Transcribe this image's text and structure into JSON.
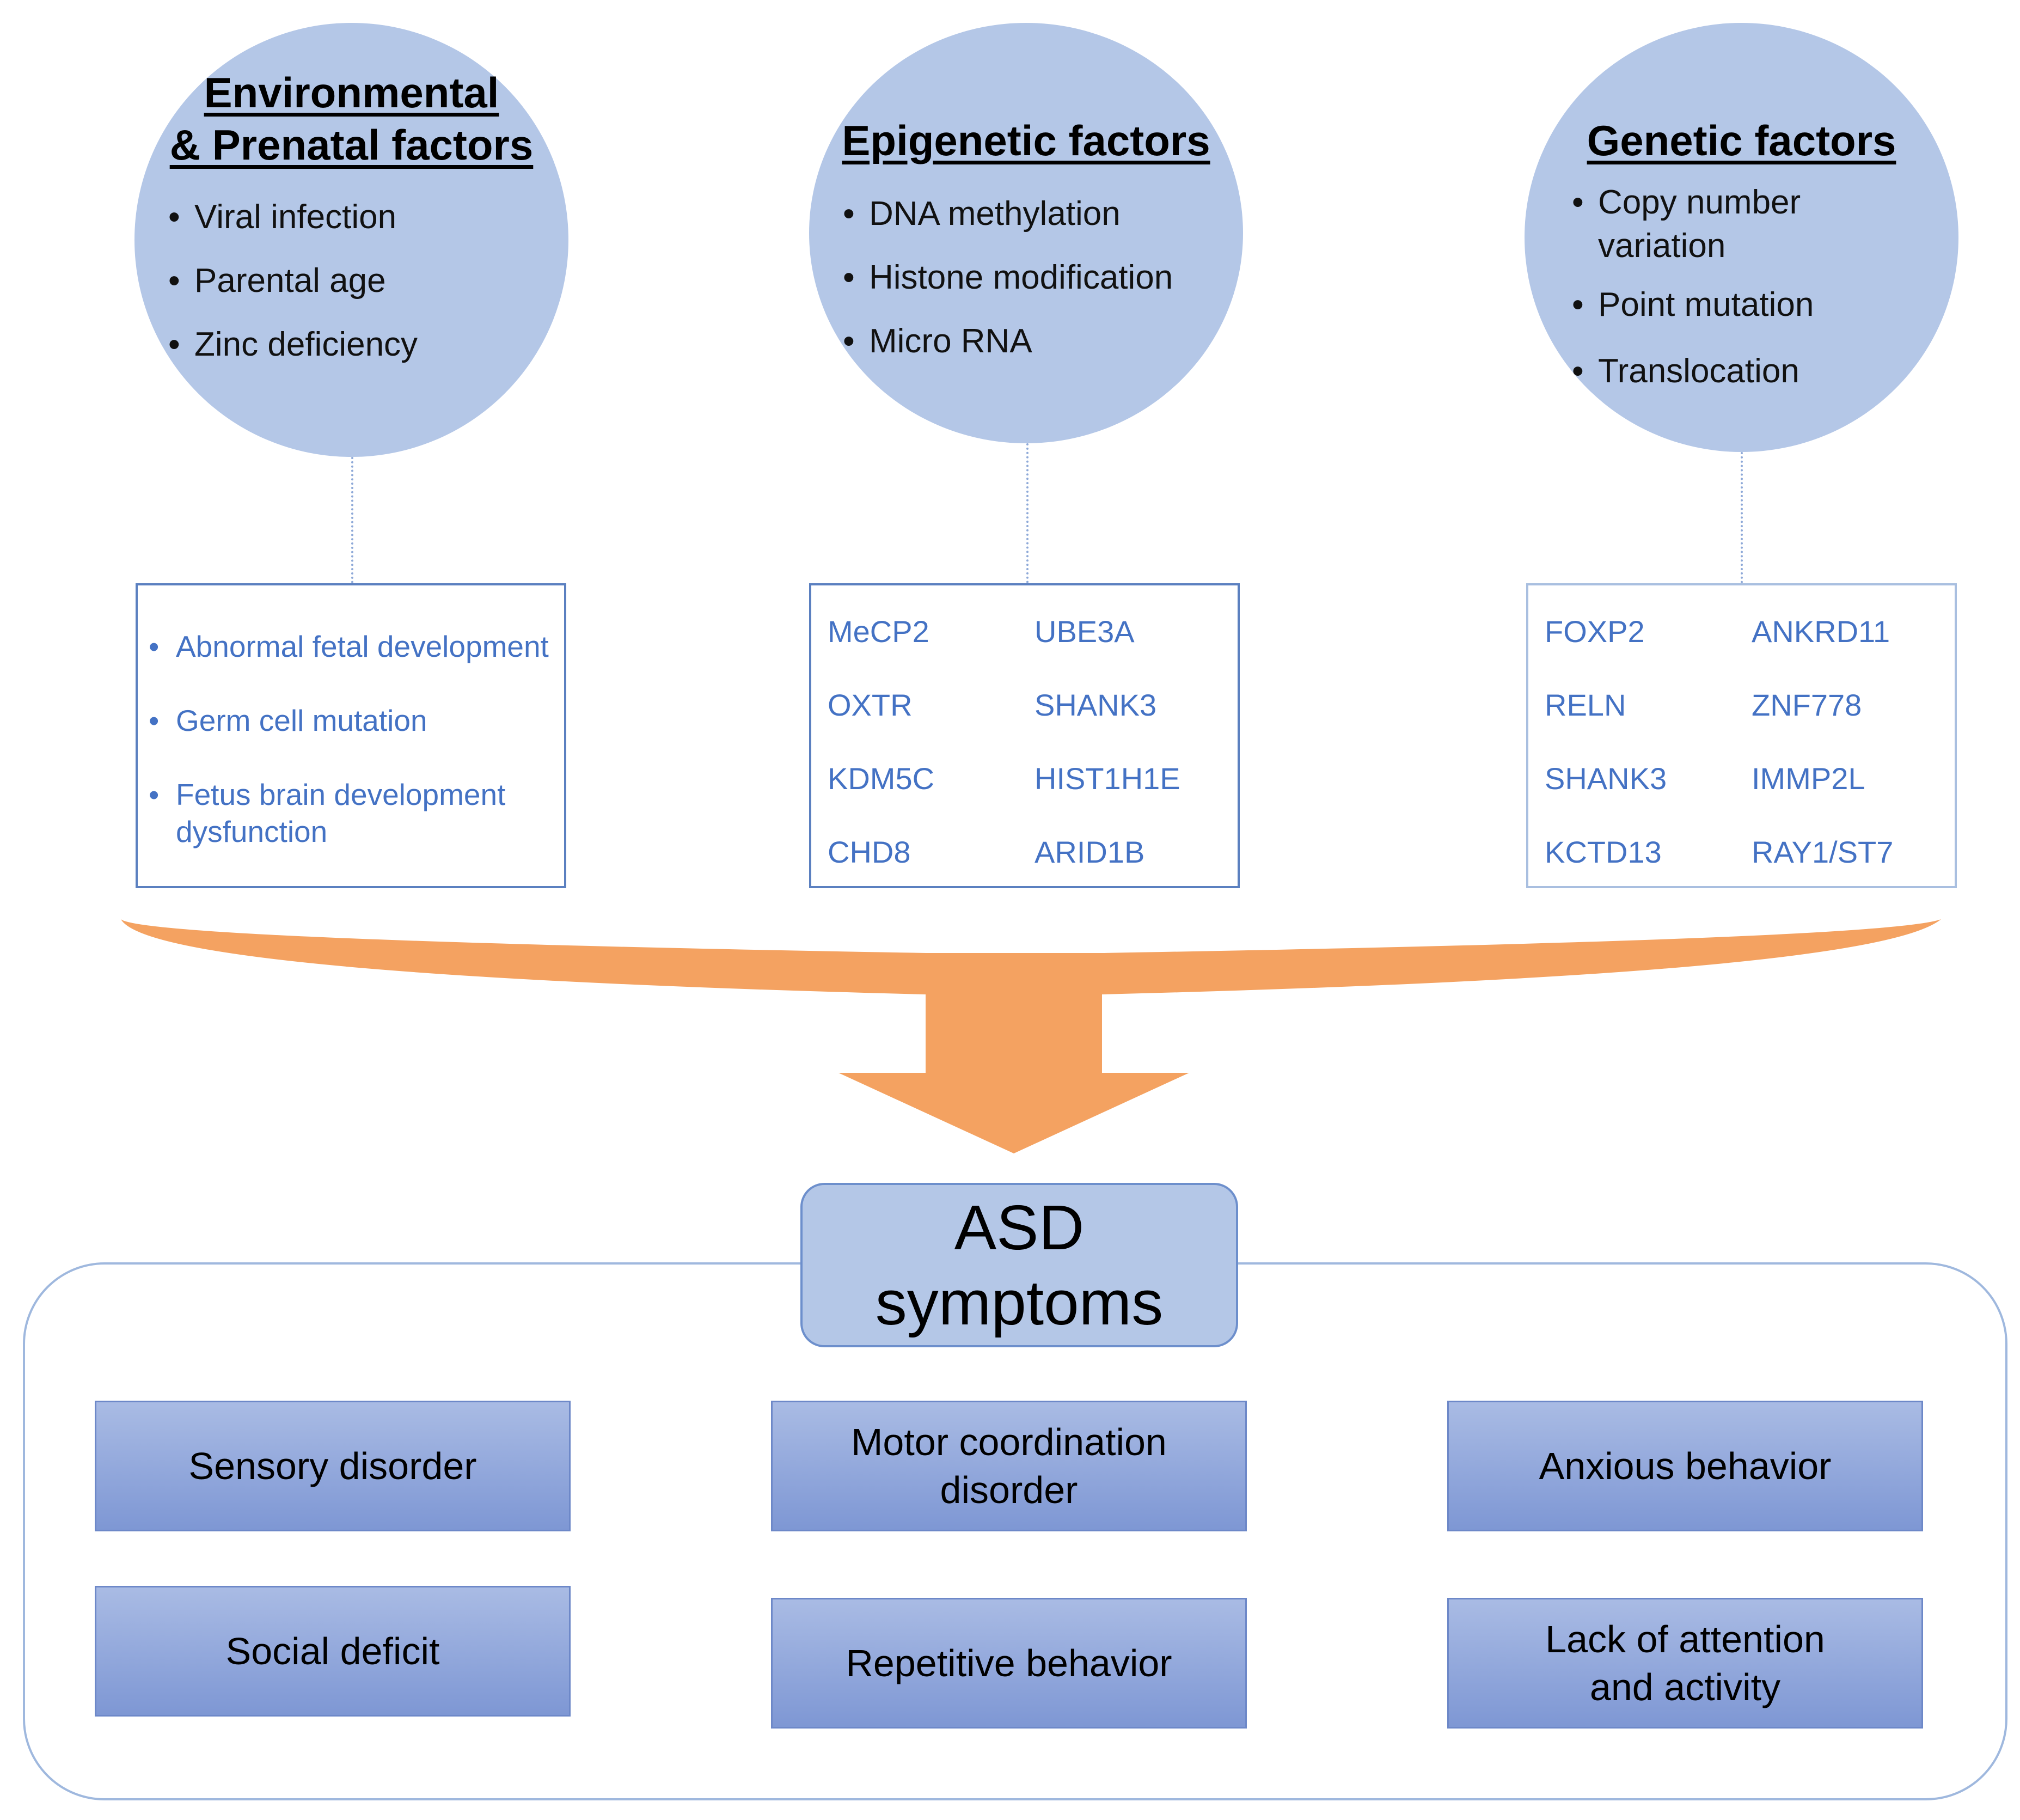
{
  "factors": {
    "environmental": {
      "title_line1": "Environmental",
      "title_line2": "& Prenatal factors",
      "items": [
        "Viral infection",
        "Parental age",
        "Zinc deficiency"
      ],
      "effects": [
        "Abnormal fetal development",
        "Germ cell mutation",
        "Fetus brain development dysfunction"
      ]
    },
    "epigenetic": {
      "title": "Epigenetic factors",
      "items": [
        "DNA methylation",
        "Histone modification",
        "Micro RNA"
      ],
      "genes": [
        "MeCP2",
        "UBE3A",
        "OXTR",
        "SHANK3",
        "KDM5C",
        "HIST1H1E",
        "CHD8",
        "ARID1B"
      ]
    },
    "genetic": {
      "title": "Genetic factors",
      "items": [
        "Copy number variation",
        "Point mutation",
        "Translocation"
      ],
      "genes": [
        "FOXP2",
        "ANKRD11",
        "RELN",
        "ZNF778",
        "SHANK3",
        "IMMP2L",
        "KCTD13",
        "RAY1/ST7"
      ]
    }
  },
  "asd": {
    "title_line1": "ASD",
    "title_line2": "symptoms",
    "symptoms": [
      "Sensory disorder",
      "Motor coordination disorder",
      "Anxious behavior",
      "Social deficit",
      "Repetitive behavior",
      "Lack of attention and activity"
    ]
  },
  "colors": {
    "circle_fill": "#b4c7e7",
    "gene_text": "#4472c4",
    "arrow": "#f4a261",
    "symptom_box": "#8ea2d8"
  }
}
